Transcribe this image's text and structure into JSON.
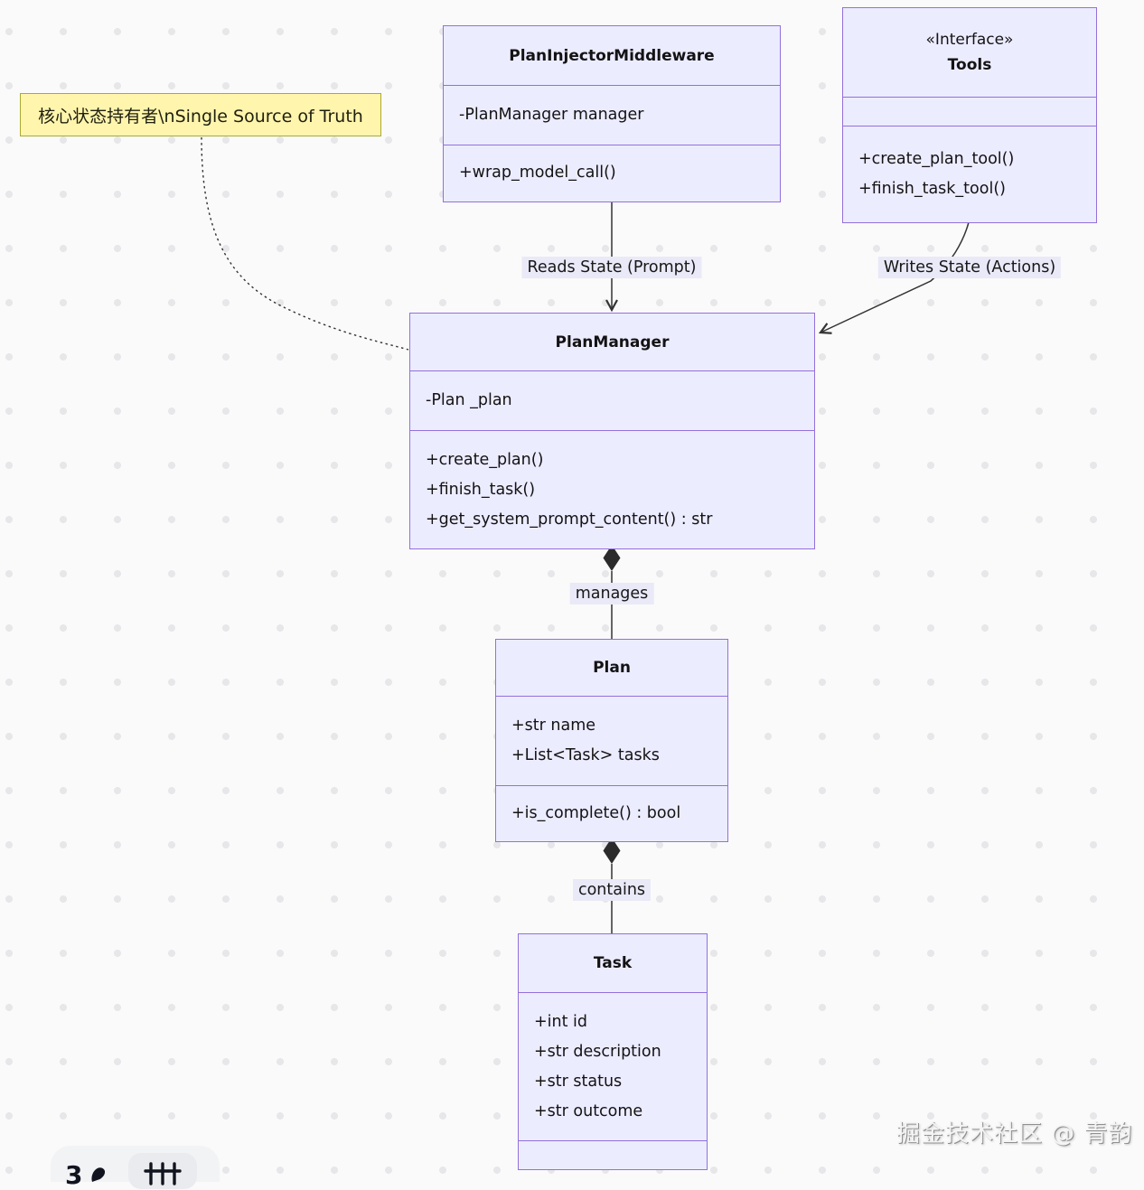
{
  "diagram": {
    "note": {
      "text": "核心状态持有者\\nSingle Source of Truth"
    },
    "classes": {
      "middleware": {
        "title": "PlanInjectorMiddleware",
        "attributes": [
          "-PlanManager manager"
        ],
        "methods": [
          "+wrap_model_call()"
        ]
      },
      "tools": {
        "stereotype": "«Interface»",
        "title": "Tools",
        "attributes": [],
        "methods": [
          "+create_plan_tool()",
          "+finish_task_tool()"
        ]
      },
      "plan_manager": {
        "title": "PlanManager",
        "attributes": [
          "-Plan _plan"
        ],
        "methods": [
          "+create_plan()",
          "+finish_task()",
          "+get_system_prompt_content() : str"
        ]
      },
      "plan": {
        "title": "Plan",
        "attributes": [
          "+str name",
          "+List<Task> tasks"
        ],
        "methods": [
          "+is_complete() : bool"
        ]
      },
      "task": {
        "title": "Task",
        "attributes": [
          "+int id",
          "+str description",
          "+str status",
          "+str outcome"
        ],
        "methods": []
      }
    },
    "edge_labels": {
      "reads": "Reads State (Prompt)",
      "writes": "Writes State (Actions)",
      "manages": "manages",
      "contains": "contains"
    },
    "colors": {
      "box_fill": "#ECECFF",
      "box_border": "#9370DB",
      "note_fill": "#FFF5AD",
      "note_border": "#AAAA33",
      "line": "#333333",
      "edge_label_bg": "#E9E9F8",
      "background": "#FAFAFA"
    },
    "watermark": "掘金技术社区 @ 青韵",
    "toolbar": {
      "count": "3",
      "icons": [
        "pen-icon",
        "sliders-icon"
      ]
    }
  }
}
